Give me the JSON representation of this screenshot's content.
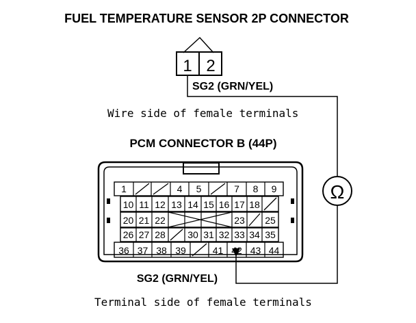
{
  "titles": {
    "fuel_sensor_connector": "FUEL TEMPERATURE SENSOR 2P CONNECTOR",
    "pcm_connector": "PCM CONNECTOR B (44P)"
  },
  "labels": {
    "sg2_top": "SG2 (GRN/YEL)",
    "sg2_bottom": "SG2 (GRN/YEL)",
    "wire_side": "Wire side of female terminals",
    "terminal_side": "Terminal side of female terminals"
  },
  "sensor_connector": {
    "terminals": [
      "1",
      "2"
    ]
  },
  "meter": {
    "symbol": "Ω"
  },
  "pcm_connector": {
    "rows": [
      [
        "1",
        "",
        "",
        "4",
        "5",
        "",
        "7",
        "8",
        "9"
      ],
      [
        "10",
        "11",
        "12",
        "13",
        "14",
        "15",
        "16",
        "17",
        "18",
        ""
      ],
      [
        "20",
        "21",
        "22",
        "",
        "",
        "",
        "",
        "23",
        "",
        "25"
      ],
      [
        "26",
        "27",
        "28",
        "",
        "30",
        "31",
        "32",
        "33",
        "34",
        "35"
      ],
      [
        "36",
        "37",
        "38",
        "39",
        "",
        "41",
        "42",
        "43",
        "44"
      ]
    ]
  }
}
